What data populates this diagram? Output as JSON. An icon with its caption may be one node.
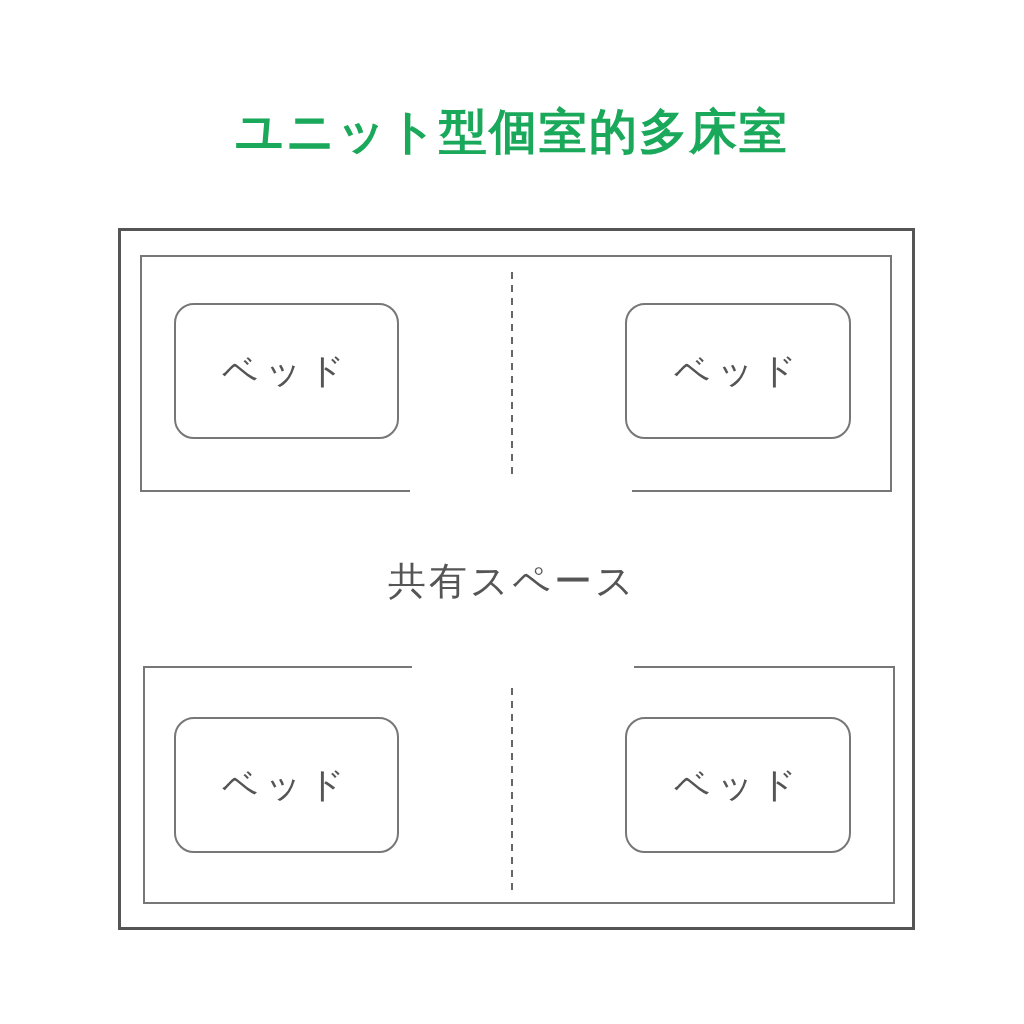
{
  "diagram": {
    "title": "ユニット型個室的多床室",
    "nodes": [
      {
        "text": [],
        "shape": "box"
      },
      {
        "text": [
          "ベッド"
        ],
        "in": 0
      },
      {
        "text": [
          "ベッド"
        ],
        "in": 0
      },
      {
        "text": [
          "ベッド"
        ],
        "in": 0
      },
      {
        "text": [
          "ベッド"
        ],
        "in": 0
      }
    ],
    "labels": [
      "共有スペース"
    ]
  }
}
